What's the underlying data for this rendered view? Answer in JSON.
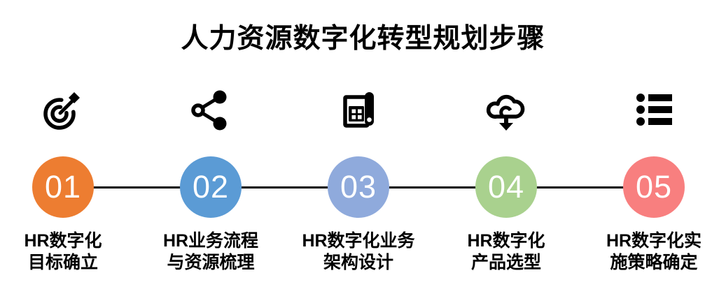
{
  "title": "人力资源数字化转型规划步骤",
  "connector_color": "#000000",
  "number_text_color": "#ffffff",
  "steps": [
    {
      "number": "01",
      "icon": "goal-target-dart-icon",
      "color": "#ED7D31",
      "label_line1": "HR数字化",
      "label_line2": "目标确立"
    },
    {
      "number": "02",
      "icon": "share-network-icon",
      "color": "#5B9BD5",
      "label_line1": "HR业务流程",
      "label_line2": "与资源梳理"
    },
    {
      "number": "03",
      "icon": "blueprint-plan-icon",
      "color": "#8FAADC",
      "label_line1": "HR数字化业务",
      "label_line2": "架构设计"
    },
    {
      "number": "04",
      "icon": "cloud-download-icon",
      "color": "#A9D18E",
      "label_line1": "HR数字化",
      "label_line2": "产品选型"
    },
    {
      "number": "05",
      "icon": "bulleted-list-icon",
      "color": "#F87F7F",
      "label_line1": "HR数字化实",
      "label_line2": "施策略确定"
    }
  ]
}
